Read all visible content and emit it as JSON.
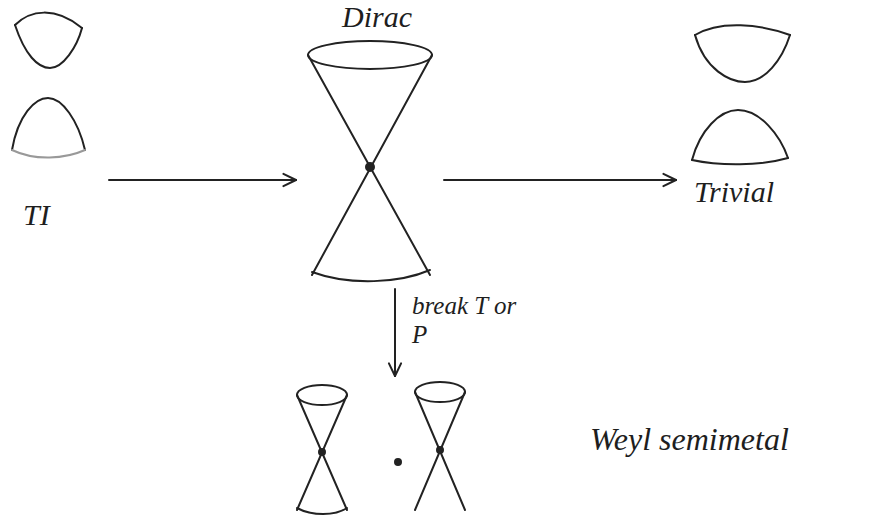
{
  "diagram": {
    "nodes": [
      {
        "text": [
          "TI"
        ]
      },
      {
        "text": [
          "Dirac"
        ]
      },
      {
        "text": [
          "Trivial"
        ]
      },
      {
        "text": [
          "Weyl semimetal"
        ]
      }
    ],
    "edges": [
      {
        "from": 0,
        "to": 1,
        "arrow": "to"
      },
      {
        "from": 1,
        "to": 2,
        "arrow": "to"
      },
      {
        "from": 1,
        "to": 3,
        "label": "break T or P",
        "arrow": "to"
      }
    ]
  }
}
